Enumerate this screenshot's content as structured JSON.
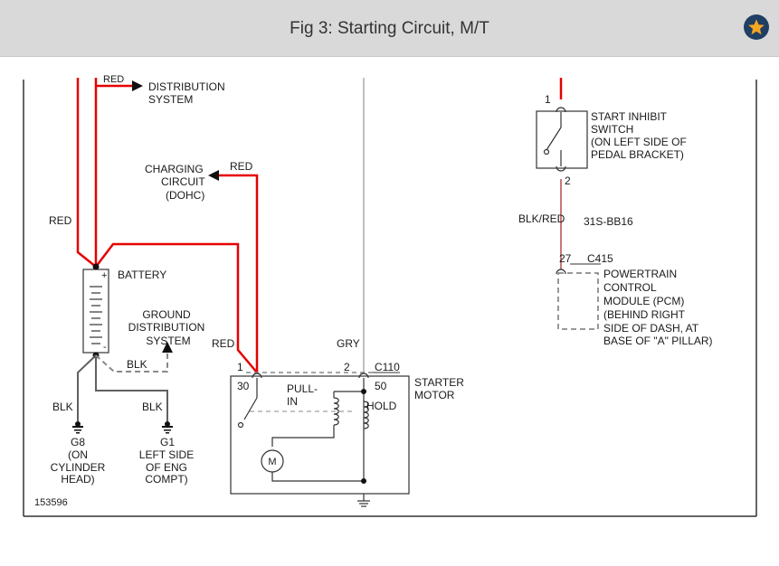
{
  "header": {
    "title": "Fig 3: Starting Circuit, M/T",
    "favorite_icon": "star-icon"
  },
  "colors": {
    "header_bg": "#d9d9d9",
    "favorite_bg": "#1f3f63",
    "favorite_star": "#f5a623",
    "wire_red": "#e60000",
    "wire_gray": "#c0c0c0",
    "wire_dark": "#606060"
  },
  "diagram": {
    "figure_number": "153596",
    "distribution": {
      "wire": "RED",
      "lines": [
        "DISTRIBUTION",
        "SYSTEM"
      ]
    },
    "charging": {
      "wire": "RED",
      "lines": [
        "CHARGING",
        "CIRCUIT",
        "(DOHC)"
      ]
    },
    "battery": {
      "label": "BATTERY",
      "wire_in": "RED",
      "plus": "+",
      "minus": "-"
    },
    "ground_distribution": {
      "lines": [
        "GROUND",
        "DISTRIBUTION",
        "SYSTEM"
      ],
      "wire": "BLK"
    },
    "g8": {
      "wire": "BLK",
      "lines": [
        "G8",
        "(ON",
        "CYLINDER",
        "HEAD)"
      ]
    },
    "g1": {
      "wire": "BLK",
      "lines": [
        "G1",
        "LEFT SIDE",
        "OF ENG",
        "COMPT)"
      ]
    },
    "starter": {
      "lines": [
        "STARTER",
        "MOTOR"
      ],
      "connector": "C110",
      "pin1": "1",
      "pin1_wire": "RED",
      "pin2": "2",
      "pin2_wire": "GRY",
      "term30": "30",
      "term50": "50",
      "pull_in": [
        "PULL-",
        "IN"
      ],
      "hold": "HOLD",
      "motor": "M"
    },
    "inhibit": {
      "pin1": "1",
      "pin2": "2",
      "lines": [
        "START INHIBIT",
        "SWITCH",
        "(ON LEFT SIDE OF",
        "PEDAL BRACKET)"
      ],
      "wire_color": "BLK/RED",
      "circuit": "31S-BB16"
    },
    "pcm": {
      "pin": "27",
      "connector": "C415",
      "lines": [
        "POWERTRAIN",
        "CONTROL",
        "MODULE (PCM)",
        "(BEHIND RIGHT",
        "SIDE OF DASH, AT",
        "BASE OF \"A\" PILLAR)"
      ]
    }
  }
}
